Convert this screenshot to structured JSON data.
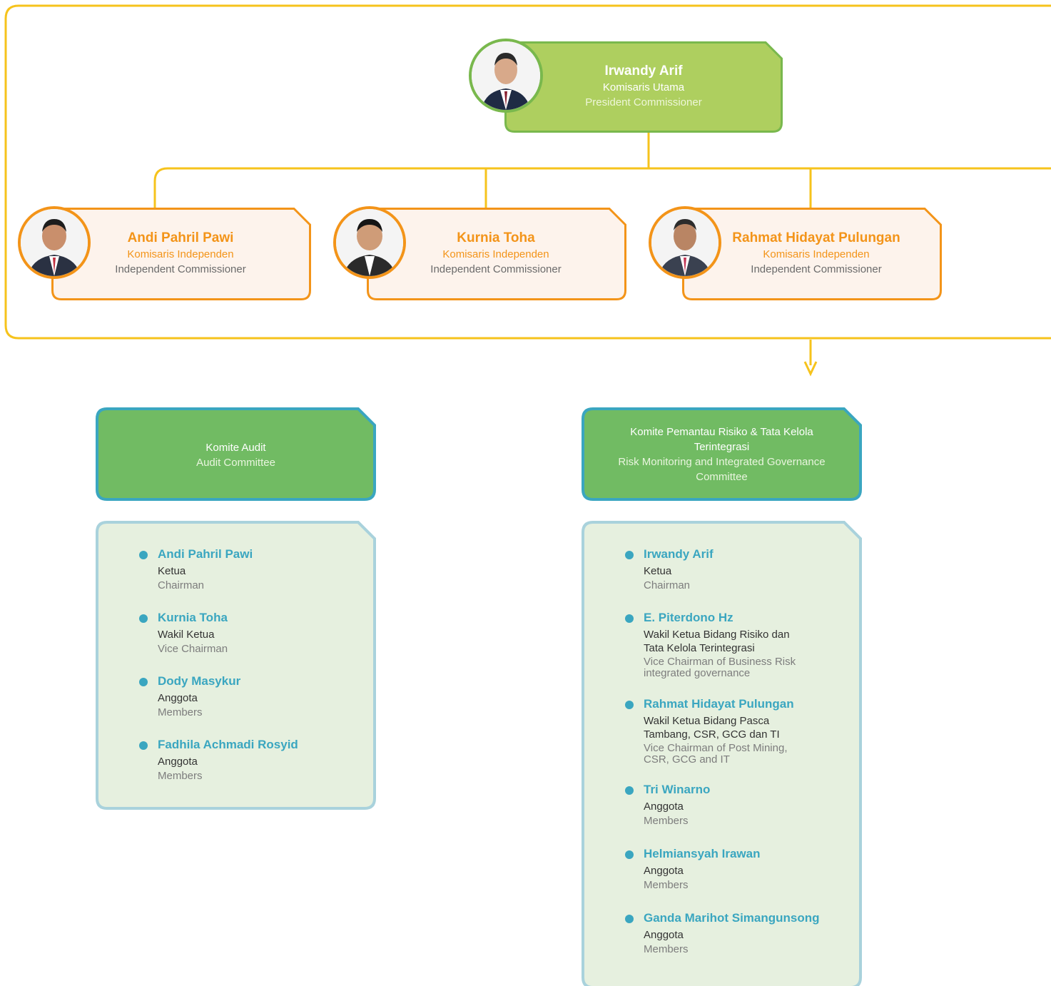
{
  "president": {
    "name": "Irwandy Arif",
    "role_id": "Komisaris Utama",
    "role_en": "President Commissioner"
  },
  "commissioners": [
    {
      "name": "Andi Pahril Pawi",
      "role_id": "Komisaris Independen",
      "role_en": "Independent Commissioner"
    },
    {
      "name": "Kurnia Toha",
      "role_id": "Komisaris Independen",
      "role_en": "Independent Commissioner"
    },
    {
      "name": "Rahmat Hidayat Pulungan",
      "role_id": "Komisaris Independen",
      "role_en": "Independent Commissioner"
    }
  ],
  "audit_committee": {
    "title_id": "Komite Audit",
    "title_en": "Audit Committee",
    "members": [
      {
        "name": "Andi Pahril Pawi",
        "role_id": "Ketua",
        "role_en": "Chairman"
      },
      {
        "name": "Kurnia Toha",
        "role_id": "Wakil Ketua",
        "role_en": "Vice Chairman"
      },
      {
        "name": "Dody Masykur",
        "role_id": "Anggota",
        "role_en": "Members"
      },
      {
        "name": "Fadhila Achmadi Rosyid",
        "role_id": "Anggota",
        "role_en": "Members"
      }
    ]
  },
  "risk_committee": {
    "title_id_1": "Komite Pemantau Risiko & Tata Kelola",
    "title_id_2": "Terintegrasi",
    "title_en_1": "Risk Monitoring and Integrated Governance",
    "title_en_2": "Committee",
    "members": [
      {
        "name": "Irwandy Arif",
        "role_id_1": "Ketua",
        "role_id_2": "",
        "role_en_1": "Chairman",
        "role_en_2": ""
      },
      {
        "name": "E. Piterdono Hz",
        "role_id_1": "Wakil Ketua Bidang Risiko dan",
        "role_id_2": "Tata Kelola Terintegrasi",
        "role_en_1": "Vice Chairman of Business Risk",
        "role_en_2": "integrated governance"
      },
      {
        "name": "Rahmat Hidayat Pulungan",
        "role_id_1": "Wakil Ketua Bidang Pasca",
        "role_id_2": "Tambang, CSR, GCG dan TI",
        "role_en_1": "Vice Chairman of Post Mining,",
        "role_en_2": "CSR, GCG and IT"
      },
      {
        "name": "Tri Winarno",
        "role_id_1": "Anggota",
        "role_id_2": "",
        "role_en_1": "Members",
        "role_en_2": ""
      },
      {
        "name": "Helmiansyah Irawan",
        "role_id_1": "Anggota",
        "role_id_2": "",
        "role_en_1": "Members",
        "role_en_2": ""
      },
      {
        "name": "Ganda Marihot Simangunsong",
        "role_id_1": "Anggota",
        "role_id_2": "",
        "role_en_1": "Members",
        "role_en_2": ""
      }
    ]
  },
  "colors": {
    "frame": "#f6c31c",
    "president_fill": "#aecf5f",
    "president_border": "#79b84d",
    "independent_border": "#f39419",
    "independent_fill": "#fdf3ec",
    "committee_fill": "#71bb63",
    "committee_border": "#3aa6c0",
    "member_fill": "#e6f0df",
    "member_border": "#a9d2dc",
    "accent_teal": "#3aa6c0"
  }
}
